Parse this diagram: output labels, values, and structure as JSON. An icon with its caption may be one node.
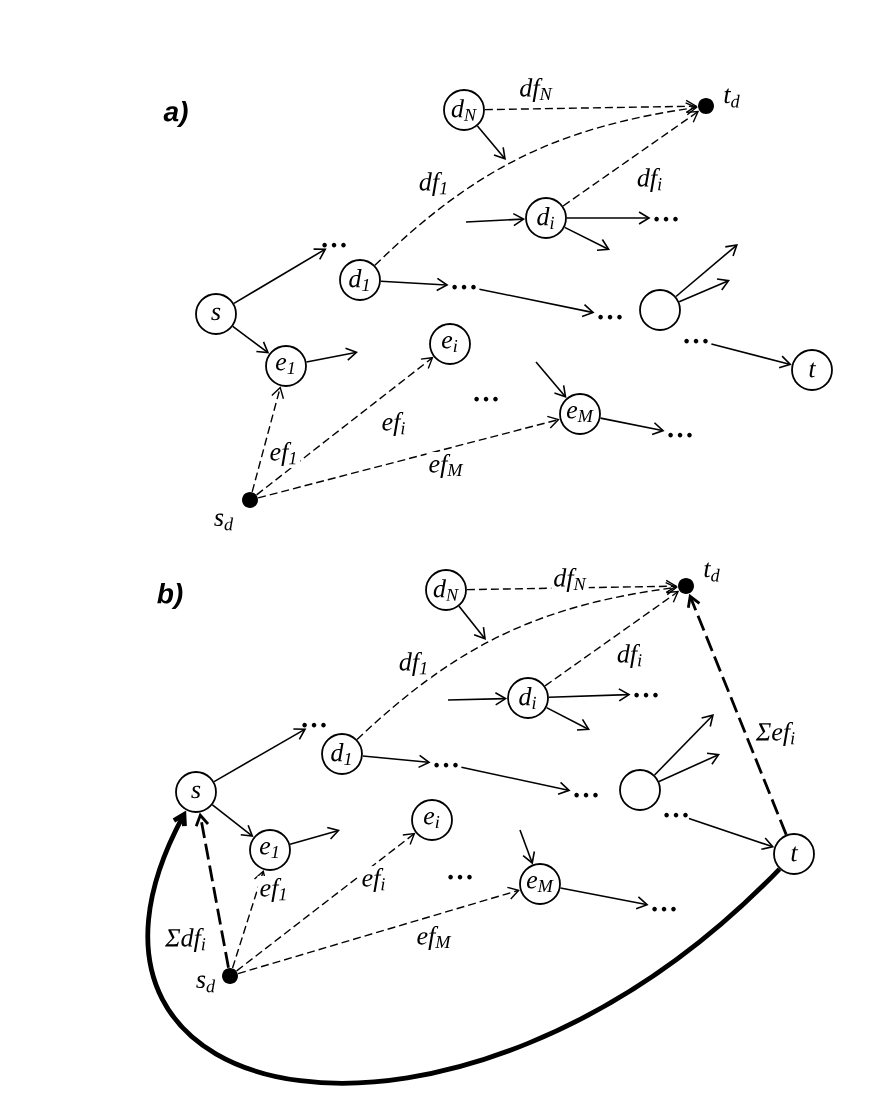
{
  "diagram": {
    "nodes": [
      {
        "text": [
          "s"
        ]
      },
      {
        "text": [
          "…"
        ]
      },
      {
        "text": [
          "d$_{1}$"
        ]
      },
      {
        "text": [
          "…"
        ]
      },
      {
        "text": [
          "d$_{N}$"
        ]
      },
      {
        "text": [
          "t$_{d}$"
        ]
      },
      {
        "text": [
          "d$_{i}$"
        ]
      },
      {
        "text": [
          "…"
        ]
      },
      {
        "text": [],
        "shape": "circle"
      },
      {
        "text": [
          "…"
        ]
      },
      {
        "text": [
          "…"
        ]
      },
      {
        "text": [
          "t"
        ]
      },
      {
        "text": [
          "e$_{1}$"
        ]
      },
      {
        "text": [
          "e$_{i}$"
        ]
      },
      {
        "text": [
          "…"
        ]
      },
      {
        "text": [
          "e$_{M}$"
        ]
      },
      {
        "text": [
          "…"
        ]
      },
      {
        "text": [
          "s$_{d}$"
        ]
      },
      {
        "text": [
          "s"
        ]
      },
      {
        "text": [
          "…"
        ]
      },
      {
        "text": [
          "d$_{1}$"
        ]
      },
      {
        "text": [
          "…"
        ]
      },
      {
        "text": [
          "d$_{N}$"
        ]
      },
      {
        "text": [
          "t$_{d}$"
        ]
      },
      {
        "text": [
          "d$_{i}$"
        ]
      },
      {
        "text": [
          "…"
        ]
      },
      {
        "text": [],
        "shape": "circle"
      },
      {
        "text": [
          "…"
        ]
      },
      {
        "text": [
          "…"
        ]
      },
      {
        "text": [
          "t"
        ]
      },
      {
        "text": [
          "e$_{1}$"
        ]
      },
      {
        "text": [
          "e$_{i}$"
        ]
      },
      {
        "text": [
          "…"
        ]
      },
      {
        "text": [
          "e$_{M}$"
        ]
      },
      {
        "text": [
          "…"
        ]
      },
      {
        "text": [
          "s$_{d}$"
        ]
      }
    ],
    "edges": [
      {
        "from": 0,
        "to": 1,
        "arrow": "to"
      },
      {
        "from": 0,
        "to": 12,
        "arrow": "to"
      },
      {
        "from": 12,
        "to": null,
        "arrow": "to"
      },
      {
        "from": 2,
        "to": 3,
        "arrow": "to"
      },
      {
        "from": null,
        "to": 6,
        "arrow": "to"
      },
      {
        "from": 6,
        "to": 7,
        "arrow": "to"
      },
      {
        "from": 6,
        "to": null,
        "arrow": "to"
      },
      {
        "from": 4,
        "to": null,
        "arrow": "to"
      },
      {
        "from": 3,
        "to": 9,
        "arrow": "to"
      },
      {
        "from": 8,
        "to": null,
        "arrow": "to"
      },
      {
        "from": 8,
        "to": null,
        "arrow": "to"
      },
      {
        "from": 10,
        "to": 11,
        "arrow": "to"
      },
      {
        "from": null,
        "to": 15,
        "arrow": "to"
      },
      {
        "from": 15,
        "to": 16,
        "arrow": "to"
      },
      {
        "from": 4,
        "to": 5,
        "arrow": "to",
        "style": "dashed",
        "label": "df$_{N}$"
      },
      {
        "from": 2,
        "to": 5,
        "arrow": "to",
        "style": "dashed",
        "label": "df$_{1}$"
      },
      {
        "from": 6,
        "to": 5,
        "arrow": "to",
        "style": "dashed",
        "label": "df$_{i}$"
      },
      {
        "from": 17,
        "to": 12,
        "arrow": "to",
        "style": "dashed",
        "label": "ef$_{1}$"
      },
      {
        "from": 17,
        "to": 13,
        "arrow": "to",
        "style": "dashed",
        "label": "ef$_{i}$"
      },
      {
        "from": 17,
        "to": 15,
        "arrow": "to",
        "style": "dashed",
        "label": "ef$_{M}$"
      },
      {
        "from": 18,
        "to": 19,
        "arrow": "to"
      },
      {
        "from": 18,
        "to": 30,
        "arrow": "to"
      },
      {
        "from": 30,
        "to": null,
        "arrow": "to"
      },
      {
        "from": 20,
        "to": 21,
        "arrow": "to"
      },
      {
        "from": null,
        "to": 24,
        "arrow": "to"
      },
      {
        "from": 24,
        "to": 25,
        "arrow": "to"
      },
      {
        "from": 24,
        "to": null,
        "arrow": "to"
      },
      {
        "from": 22,
        "to": null,
        "arrow": "to"
      },
      {
        "from": 21,
        "to": 27,
        "arrow": "to"
      },
      {
        "from": 26,
        "to": null,
        "arrow": "to"
      },
      {
        "from": 26,
        "to": null,
        "arrow": "to"
      },
      {
        "from": 28,
        "to": 29,
        "arrow": "to"
      },
      {
        "from": null,
        "to": 33,
        "arrow": "to"
      },
      {
        "from": 33,
        "to": 34,
        "arrow": "to"
      },
      {
        "from": 22,
        "to": 23,
        "arrow": "to",
        "style": "dashed",
        "label": "df$_{N}$"
      },
      {
        "from": 20,
        "to": 23,
        "arrow": "to",
        "style": "dashed",
        "label": "df$_{1}$"
      },
      {
        "from": 24,
        "to": 23,
        "arrow": "to",
        "style": "dashed",
        "label": "df$_{i}$"
      },
      {
        "from": 35,
        "to": 30,
        "arrow": "to",
        "style": "dashed",
        "label": "ef$_{1}$"
      },
      {
        "from": 35,
        "to": 31,
        "arrow": "to",
        "style": "dashed",
        "label": "ef$_{i}$"
      },
      {
        "from": 35,
        "to": 33,
        "arrow": "to",
        "style": "dashed",
        "label": "ef$_{M}$"
      },
      {
        "from": 35,
        "to": 18,
        "arrow": "to",
        "style": "dashed",
        "label": "Σdf$_{i}$"
      },
      {
        "from": 29,
        "to": 23,
        "arrow": "to",
        "style": "dashed",
        "label": "Σef$_{i}$"
      },
      {
        "from": 29,
        "to": 18,
        "arrow": "to",
        "style": "thick"
      }
    ],
    "labels": [
      "a)",
      "b)"
    ]
  }
}
